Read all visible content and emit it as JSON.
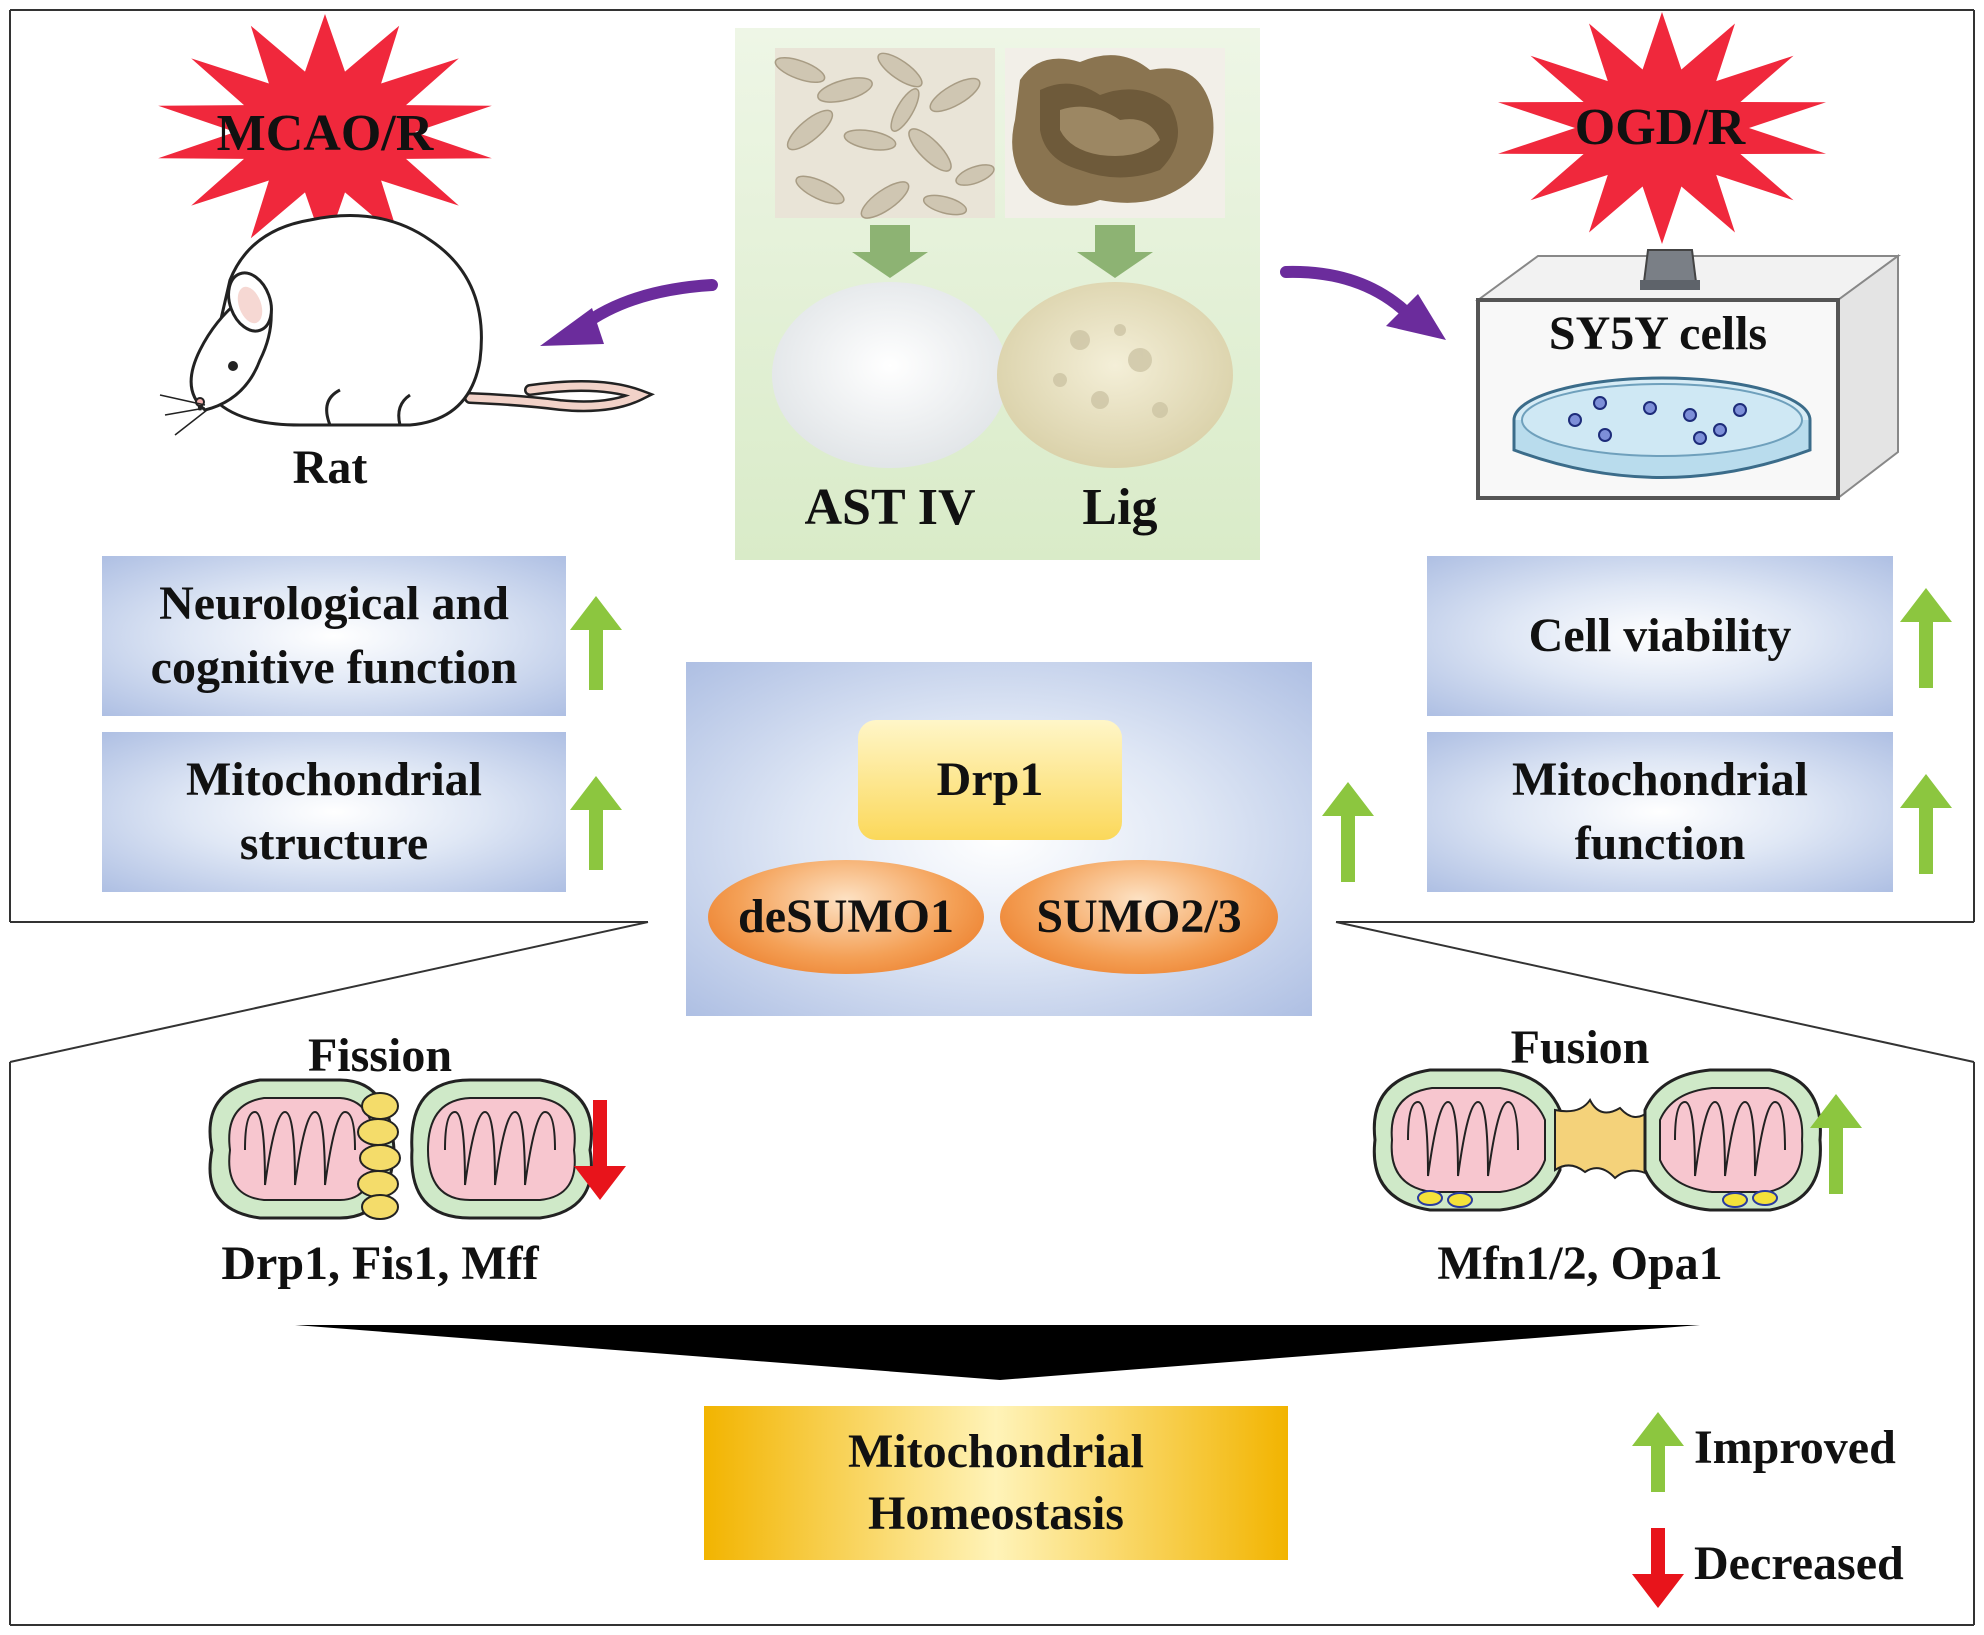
{
  "top": {
    "left_badge": "MCAO/R",
    "right_badge": "OGD/R",
    "animal_label": "Rat",
    "cell_label": "SY5Y cells",
    "compounds": [
      "AST IV",
      "Lig"
    ]
  },
  "left_boxes": [
    {
      "lines": [
        "Neurological and",
        "cognitive function"
      ],
      "trend": "up"
    },
    {
      "lines": [
        "Mitochondrial",
        "structure"
      ],
      "trend": "up"
    }
  ],
  "right_boxes": [
    {
      "lines": [
        "Cell viability"
      ],
      "trend": "up"
    },
    {
      "lines": [
        "Mitochondrial",
        "function"
      ],
      "trend": "up"
    }
  ],
  "center": {
    "protein": "Drp1",
    "modifications": [
      "deSUMO1",
      "SUMO2/3"
    ],
    "trend": "up"
  },
  "bottom": {
    "fission_title": "Fission",
    "fission_proteins": "Drp1, Fis1, Mff",
    "fission_trend": "down",
    "fusion_title": "Fusion",
    "fusion_proteins": "Mfn1/2, Opa1",
    "fusion_trend": "up",
    "outcome_lines": [
      "Mitochondrial",
      "Homeostasis"
    ]
  },
  "legend": {
    "improved": "Improved",
    "decreased": "Decreased"
  },
  "colors": {
    "up_arrow": "#8cc63f",
    "down_arrow": "#e8141b",
    "badge": "#f0283c",
    "purple_arrow": "#6b2c9c",
    "ellipse": "#f08a30",
    "drp1_box": "#fde36a",
    "outcome_box": "#f7c519"
  }
}
